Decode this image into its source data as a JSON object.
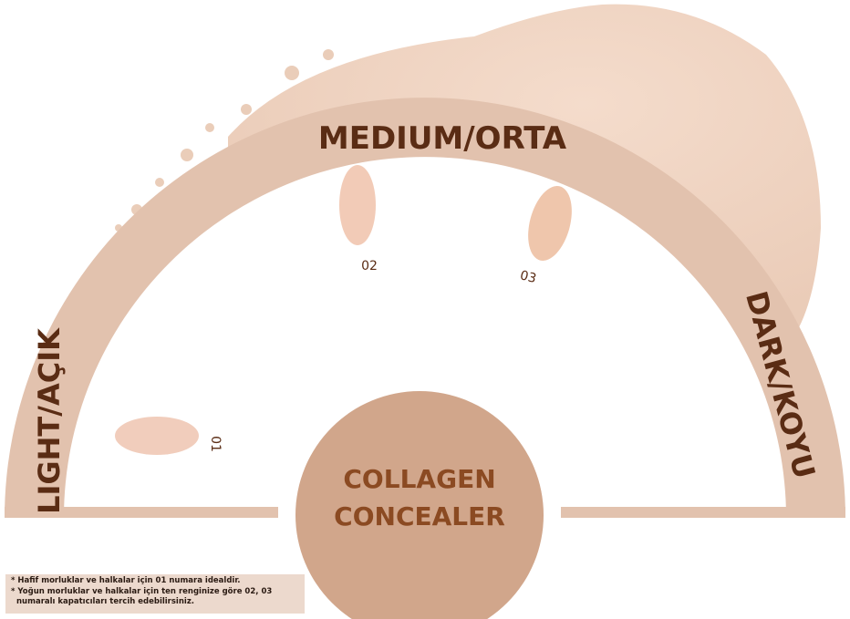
{
  "labels": {
    "medium": "MEDIUM/ORTA",
    "light": "LIGHT/AÇIK",
    "dark": "DARK/KOYU"
  },
  "shades": [
    "01",
    "02",
    "03"
  ],
  "product": {
    "line1": "COLLAGEN",
    "line2": "CONCEALER"
  },
  "notes": [
    "* Hafif morluklar ve halkalar için 01 numara idealdir.",
    "* Yoğun morluklar ve halkalar için ten renginize göre 02, 03 numaralı kapatıcıları tercih edebilirsiniz."
  ],
  "colors": {
    "band": "#e2c2ae",
    "circle": "#d1a68b",
    "title": "#8b4a22",
    "label": "#5a2c14"
  }
}
